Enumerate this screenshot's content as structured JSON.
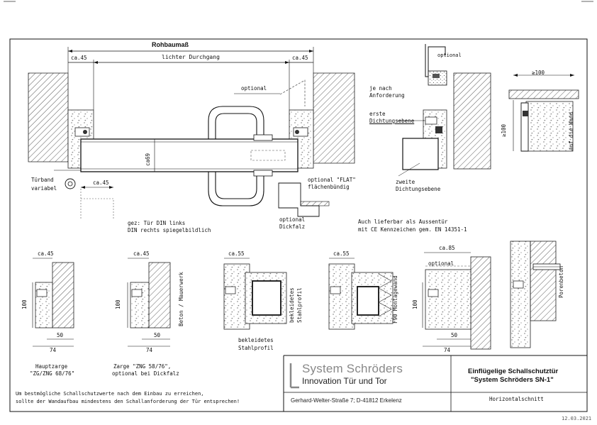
{
  "drawing": {
    "title_rohbaumass": "Rohbaumaß",
    "title_lichter": "lichter Durchgang",
    "dim_ca45_left": "ca.45",
    "dim_ca45_right": "ca.45",
    "dim_ca45_bottom": "ca.45",
    "dim_ca69": "ca69",
    "label_optional_top": "optional",
    "label_optional_flat_1": "optional \"FLAT\"",
    "label_optional_flat_2": "flächenbündig",
    "label_optional_dickfalz_1": "optional",
    "label_optional_dickfalz_2": "Dickfalz",
    "label_tuerband_1": "Türband",
    "label_tuerband_2": "variabel",
    "note_din_1": "gez: Tür DIN links",
    "note_din_2": "DIN rechts spiegelbildlich",
    "note_aussen_1": "Auch lieferbar als Aussentür",
    "note_aussen_2": "mit CE Kennzeichen gem. EN 14351-1",
    "detail_optional_small": "optional",
    "detail_je_nach_1": "je nach",
    "detail_je_nach_2": "Anforderung",
    "detail_erste_1": "erste",
    "detail_erste_2": "Dichtungsebene",
    "detail_zweite_1": "zweite",
    "detail_zweite_2": "Dichtungsebene",
    "detail_ge100_top": "≥100",
    "detail_ge100_side": "≥100",
    "detail_auf_die_wand": "auf die Wand"
  },
  "sections": [
    {
      "dim_top": "ca.45",
      "dim_side": "100",
      "dim_50": "50",
      "dim_74": "74",
      "caption_1": "Hauptzarge",
      "caption_2": "\"ZG/ZNG 68/76\""
    },
    {
      "dim_top": "ca.45",
      "dim_side": "100",
      "dim_50": "50",
      "dim_74": "74",
      "side_label": "Beton / Mauerwerk",
      "caption_1": "Zarge \"ZNG 58/76\",",
      "caption_2": "optional bei Dickfalz"
    },
    {
      "dim_top": "ca.55",
      "side_label_1": "bekleidetes",
      "side_label_2": "Stahlprofil",
      "caption_1": "bekleidetes",
      "caption_2": "Stahlprofil"
    },
    {
      "dim_top": "ca.55",
      "side_label": "F90 Montagewand"
    },
    {
      "dim_top": "ca.85",
      "dim_side": "100",
      "dim_50": "50",
      "dim_74": "74",
      "label_optional": "optional"
    },
    {
      "side_label": "Porenbeton"
    }
  ],
  "footer": {
    "note_1": "Um bestmögliche Schallschutzwerte nach dem Einbau zu erreichen,",
    "note_2": "sollte der Wandaufbau mindestens den Schallanforderung der Tür entsprechen!",
    "brand": "System Schröders",
    "slogan": "Innovation Tür und Tor",
    "address": "Gerhard-Welter-Straße 7;  D-41812 Erkelenz",
    "product_1": "Einflügelige Schallschutztür",
    "product_2": "\"System Schröders SN-1\"",
    "view": "Horizontalschnitt",
    "date": "12.03.2021"
  }
}
